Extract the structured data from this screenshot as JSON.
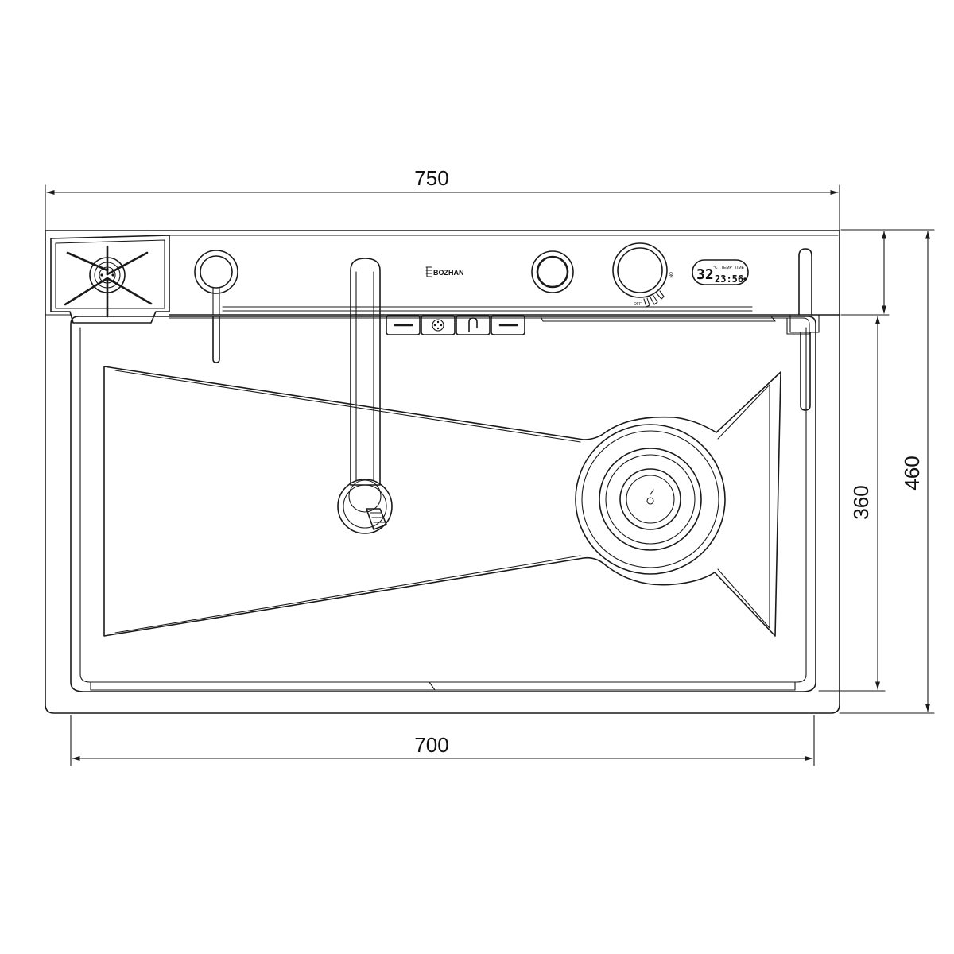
{
  "dimensions": {
    "overall_width": "750",
    "bowl_width": "700",
    "bowl_depth": "360",
    "overall_depth": "460"
  },
  "brand": {
    "logo_text": "BOZHAN"
  },
  "display": {
    "temperature": "32",
    "temperature_unit": "°C",
    "time": "23:56",
    "time_label": "TIME",
    "temp_label": "TEMP"
  },
  "knob": {
    "label": "ON",
    "off_label": "OFF"
  },
  "colors": {
    "line": "#1a1a1a",
    "background": "#ffffff"
  }
}
